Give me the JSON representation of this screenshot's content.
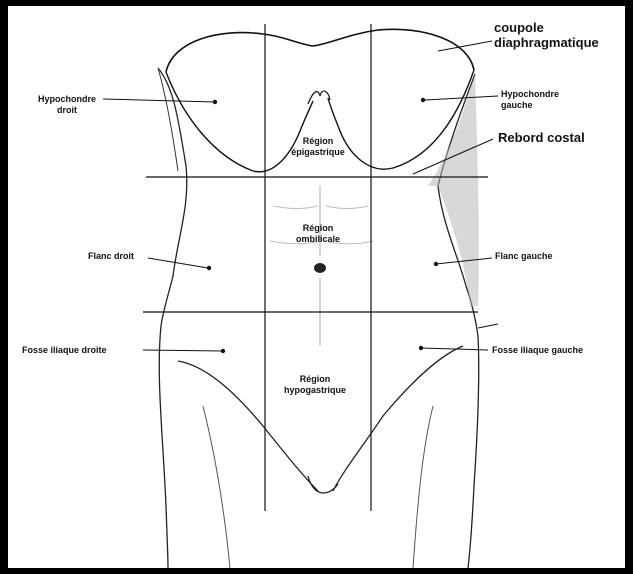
{
  "labels": {
    "coupole_line1": "coupole",
    "coupole_line2": "diaphragmatique",
    "hypochondre_droit_1": "Hypochondre",
    "hypochondre_droit_2": "droit",
    "hypochondre_gauche_1": "Hypochondre",
    "hypochondre_gauche_2": "gauche",
    "rebord_costal": "Rebord costal",
    "region_epigastrique_1": "Région",
    "region_epigastrique_2": "épigastrique",
    "region_ombilicale_1": "Région",
    "region_ombilicale_2": "ombilicale",
    "flanc_droit": "Flanc droit",
    "flanc_gauche": "Flanc gauche",
    "fosse_iliaque_droite": "Fosse iliaque droite",
    "fosse_iliaque_gauche": "Fosse iliaque gauche",
    "region_hypogastrique_1": "Région",
    "region_hypogastrique_2": "hypogastrique"
  },
  "colors": {
    "background": "#000000",
    "paper": "#ffffff",
    "ink": "#111111",
    "shade": "#b8b8b8"
  }
}
